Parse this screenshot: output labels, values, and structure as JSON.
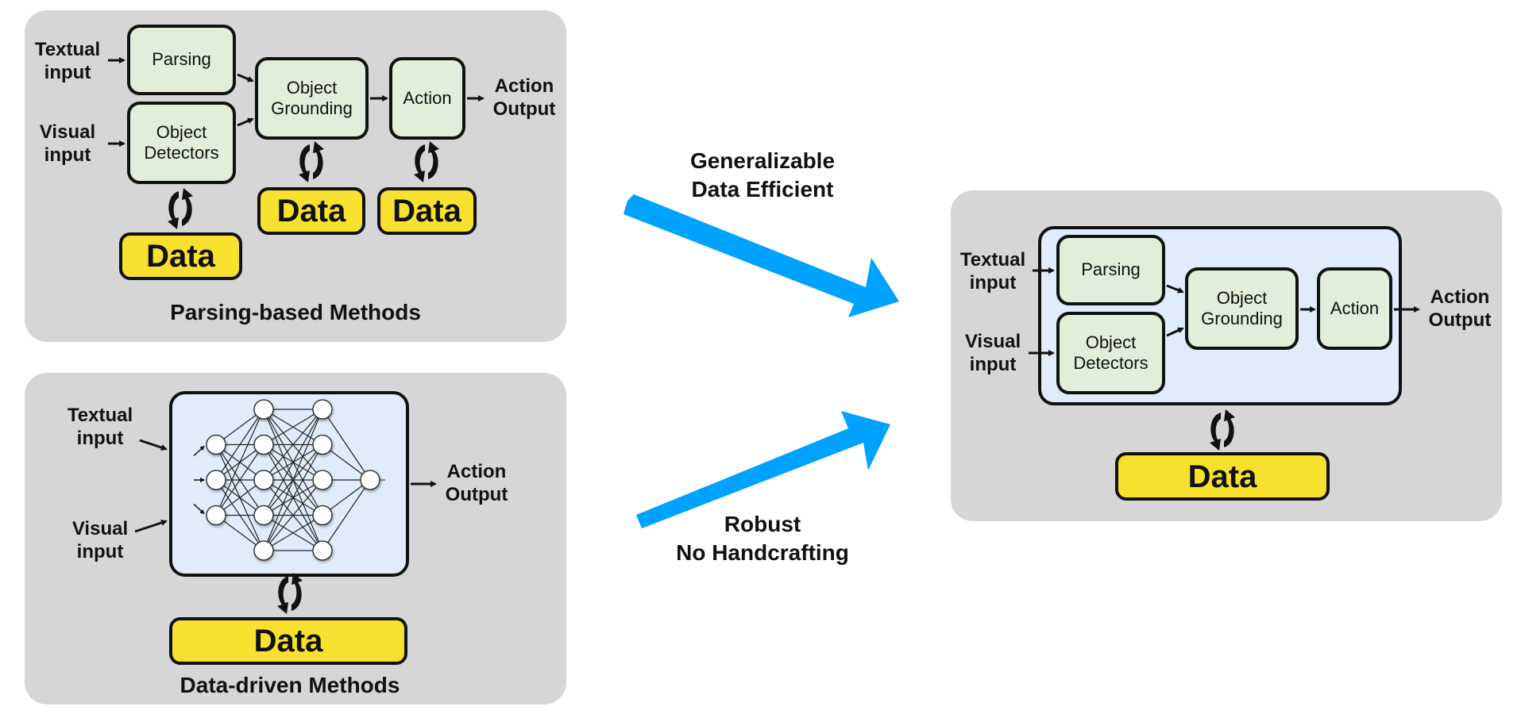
{
  "panels": {
    "parsing": {
      "title": "Parsing-based Methods",
      "textual_input": [
        "Textual",
        "input"
      ],
      "visual_input": [
        "Visual",
        "input"
      ],
      "modules": {
        "parsing": "Parsing",
        "object_detectors": [
          "Object",
          "Detectors"
        ],
        "object_grounding": [
          "Object",
          "Grounding"
        ],
        "action": "Action"
      },
      "output": [
        "Action",
        "Output"
      ],
      "data_labels": [
        "Data",
        "Data",
        "Data"
      ]
    },
    "data_driven": {
      "title": "Data-driven Methods",
      "textual_input": [
        "Textual",
        "input"
      ],
      "visual_input": [
        "Visual",
        "input"
      ],
      "output": [
        "Action",
        "Output"
      ],
      "data_label": "Data",
      "network_layers": [
        3,
        5,
        5,
        1
      ]
    },
    "combined": {
      "textual_input": [
        "Textual",
        "input"
      ],
      "visual_input": [
        "Visual",
        "input"
      ],
      "modules": {
        "parsing": "Parsing",
        "object_detectors": [
          "Object",
          "Detectors"
        ],
        "object_grounding": [
          "Object",
          "Grounding"
        ],
        "action": "Action"
      },
      "output": [
        "Action",
        "Output"
      ],
      "data_label": "Data"
    }
  },
  "transitions": {
    "top": [
      "Generalizable",
      "Data Efficient"
    ],
    "bottom": [
      "Robust",
      "No Handcrafting"
    ]
  },
  "colors": {
    "panel_bg": "#d6d6d6",
    "module_fill": "#e2eed9",
    "data_fill": "#f8e12e",
    "network_fill": "#e0ebfb",
    "transition_arrow": "#00a2ff"
  },
  "icons": {
    "cycle": "refresh-cycle-icon",
    "flow_arrow": "arrow-right-icon",
    "transition_arrow": "big-blue-arrow-icon"
  }
}
